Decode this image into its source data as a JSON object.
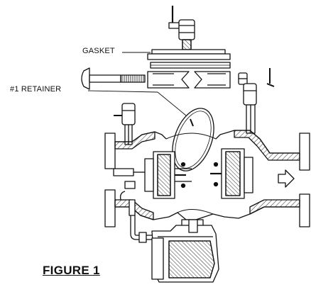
{
  "labels": {
    "gasket": "GASKET",
    "retainer": "#1 RETAINER"
  },
  "figure_title": "FIGURE 1",
  "colors": {
    "ink": "#111111",
    "paper": "#ffffff",
    "hatch": "#444444"
  }
}
